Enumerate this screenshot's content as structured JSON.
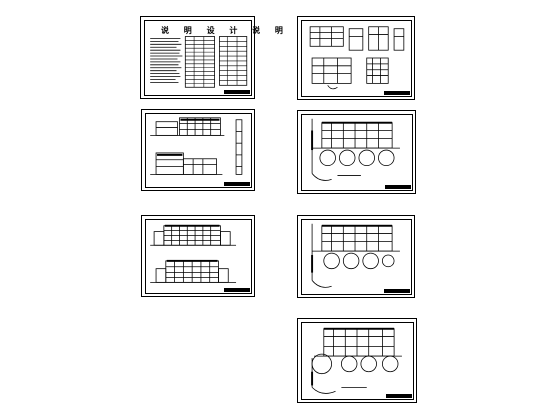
{
  "page": {
    "background": "#ffffff",
    "line_color": "#000000"
  },
  "sheets": [
    {
      "id": "design-notes",
      "title": "说 明 设 计 说 明",
      "kind": "text-table"
    },
    {
      "id": "details-sections",
      "title": "",
      "kind": "details"
    },
    {
      "id": "elevations-sections",
      "title": "",
      "kind": "elevation-section"
    },
    {
      "id": "front-rear-elevations",
      "title": "",
      "kind": "elevations"
    },
    {
      "id": "floor-plan-1",
      "title": "",
      "kind": "plan"
    },
    {
      "id": "floor-plan-2",
      "title": "",
      "kind": "plan"
    },
    {
      "id": "floor-plan-3",
      "title": "",
      "kind": "plan"
    }
  ]
}
